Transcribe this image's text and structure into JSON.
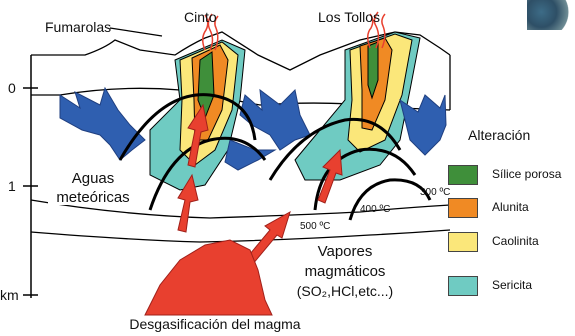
{
  "labels": {
    "fumarolas": "Fumarolas",
    "cinto": "Cinto",
    "los_tollos": "Los Tollos",
    "aguas": "Aguas",
    "meteoricas": "meteóricas",
    "vapores": "Vapores",
    "magmaticos": "magmáticos",
    "gases": "(SO₂,HCl,etc...)",
    "desgasificacion": "Desgasificación del magma",
    "temp_300": "300 ºC",
    "temp_400": "400 ºC",
    "temp_500": "500 ºC"
  },
  "axis": {
    "tick0": "0",
    "tick1": "1",
    "tick_km": "km"
  },
  "legend": {
    "title": "Alteración",
    "items": [
      {
        "label": "Sílice porosa",
        "color": "#3f8f3a"
      },
      {
        "label": "Alunita",
        "color": "#f08a24"
      },
      {
        "label": "Caolinita",
        "color": "#fbe77a"
      },
      {
        "label": "Sericita",
        "color": "#6fcbc2"
      }
    ]
  },
  "colors": {
    "meteoric_arrow": "#2f5fb0",
    "magmatic_arrow": "#e8402f",
    "magma": "#e8402f",
    "fumarole": "#e8402f"
  }
}
